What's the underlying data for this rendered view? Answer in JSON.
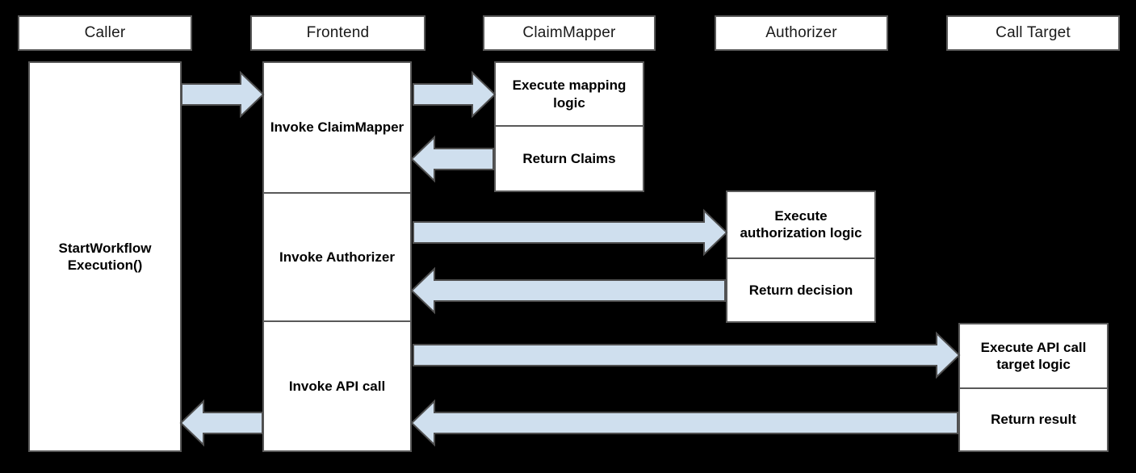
{
  "diagram": {
    "title": "Caller / Frontend / ClaimMapper / Authorizer / Call Target sequence",
    "background_color": "#000000",
    "box_fill": "#ffffff",
    "box_border": "#595959",
    "arrow_fill": "#cfdfee",
    "arrow_border": "#4f4f4f"
  },
  "lanes": [
    {
      "id": "caller",
      "label": "Caller"
    },
    {
      "id": "frontend",
      "label": "Frontend"
    },
    {
      "id": "claimmapper",
      "label": "ClaimMapper"
    },
    {
      "id": "authorizer",
      "label": "Authorizer"
    },
    {
      "id": "calltarget",
      "label": "Call Target"
    }
  ],
  "activations": {
    "caller": {
      "cells": [
        {
          "label": "StartWorkflow Execution()"
        }
      ]
    },
    "frontend": {
      "cells": [
        {
          "label": "Invoke ClaimMapper"
        },
        {
          "label": "Invoke Authorizer"
        },
        {
          "label": "Invoke API call"
        }
      ]
    },
    "claimmapper": {
      "cells": [
        {
          "label": "Execute mapping logic"
        },
        {
          "label": "Return Claims"
        }
      ]
    },
    "authorizer": {
      "cells": [
        {
          "label": "Execute authorization logic"
        },
        {
          "label": "Return decision"
        }
      ]
    },
    "calltarget": {
      "cells": [
        {
          "label": "Execute API call target logic"
        },
        {
          "label": "Return result"
        }
      ]
    }
  },
  "messages": [
    {
      "id": "m1",
      "from": "caller",
      "to": "frontend",
      "direction": "right",
      "label": ""
    },
    {
      "id": "m2",
      "from": "frontend",
      "to": "claimmapper",
      "direction": "right",
      "label": ""
    },
    {
      "id": "m3",
      "from": "claimmapper",
      "to": "frontend",
      "direction": "left",
      "label": ""
    },
    {
      "id": "m4",
      "from": "frontend",
      "to": "authorizer",
      "direction": "right",
      "label": ""
    },
    {
      "id": "m5",
      "from": "authorizer",
      "to": "frontend",
      "direction": "left",
      "label": ""
    },
    {
      "id": "m6",
      "from": "frontend",
      "to": "calltarget",
      "direction": "right",
      "label": ""
    },
    {
      "id": "m7",
      "from": "calltarget",
      "to": "frontend",
      "direction": "left",
      "label": ""
    },
    {
      "id": "m8",
      "from": "frontend",
      "to": "caller",
      "direction": "left",
      "label": ""
    }
  ]
}
